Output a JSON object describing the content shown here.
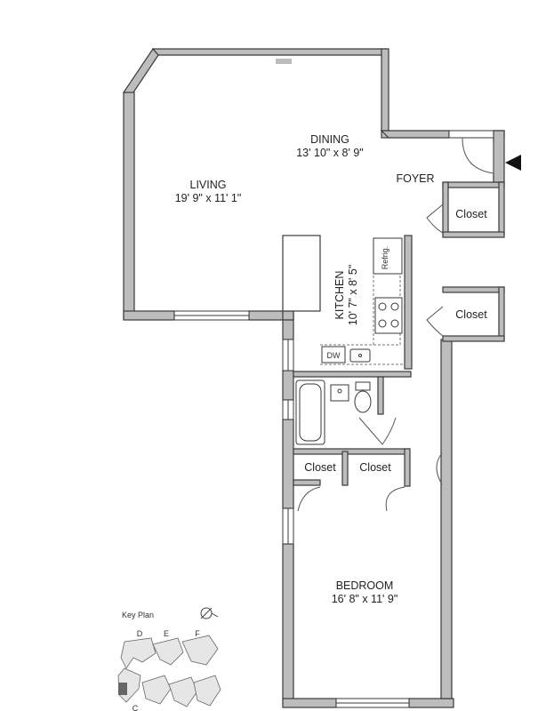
{
  "rooms": {
    "dining": {
      "name": "DINING",
      "size": "13' 10\" x 8' 9\""
    },
    "living": {
      "name": "LIVING",
      "size": "19' 9\" x 11' 1\""
    },
    "foyer": {
      "name": "FOYER"
    },
    "kitchen": {
      "name": "KITCHEN",
      "size": "10' 7\" x 8' 5\""
    },
    "bedroom": {
      "name": "BEDROOM",
      "size": "16' 8\" x 11' 9\""
    }
  },
  "closets": [
    "Closet",
    "Closet",
    "Closet",
    "Closet"
  ],
  "appliances": {
    "refrigerator": "Refrig.",
    "dishwasher": "DW"
  },
  "key_plan": {
    "title": "Key Plan",
    "building_labels": [
      "D",
      "E",
      "F",
      "C"
    ]
  },
  "entry_marker": "entry-arrow-icon",
  "compass": "north-compass-icon"
}
